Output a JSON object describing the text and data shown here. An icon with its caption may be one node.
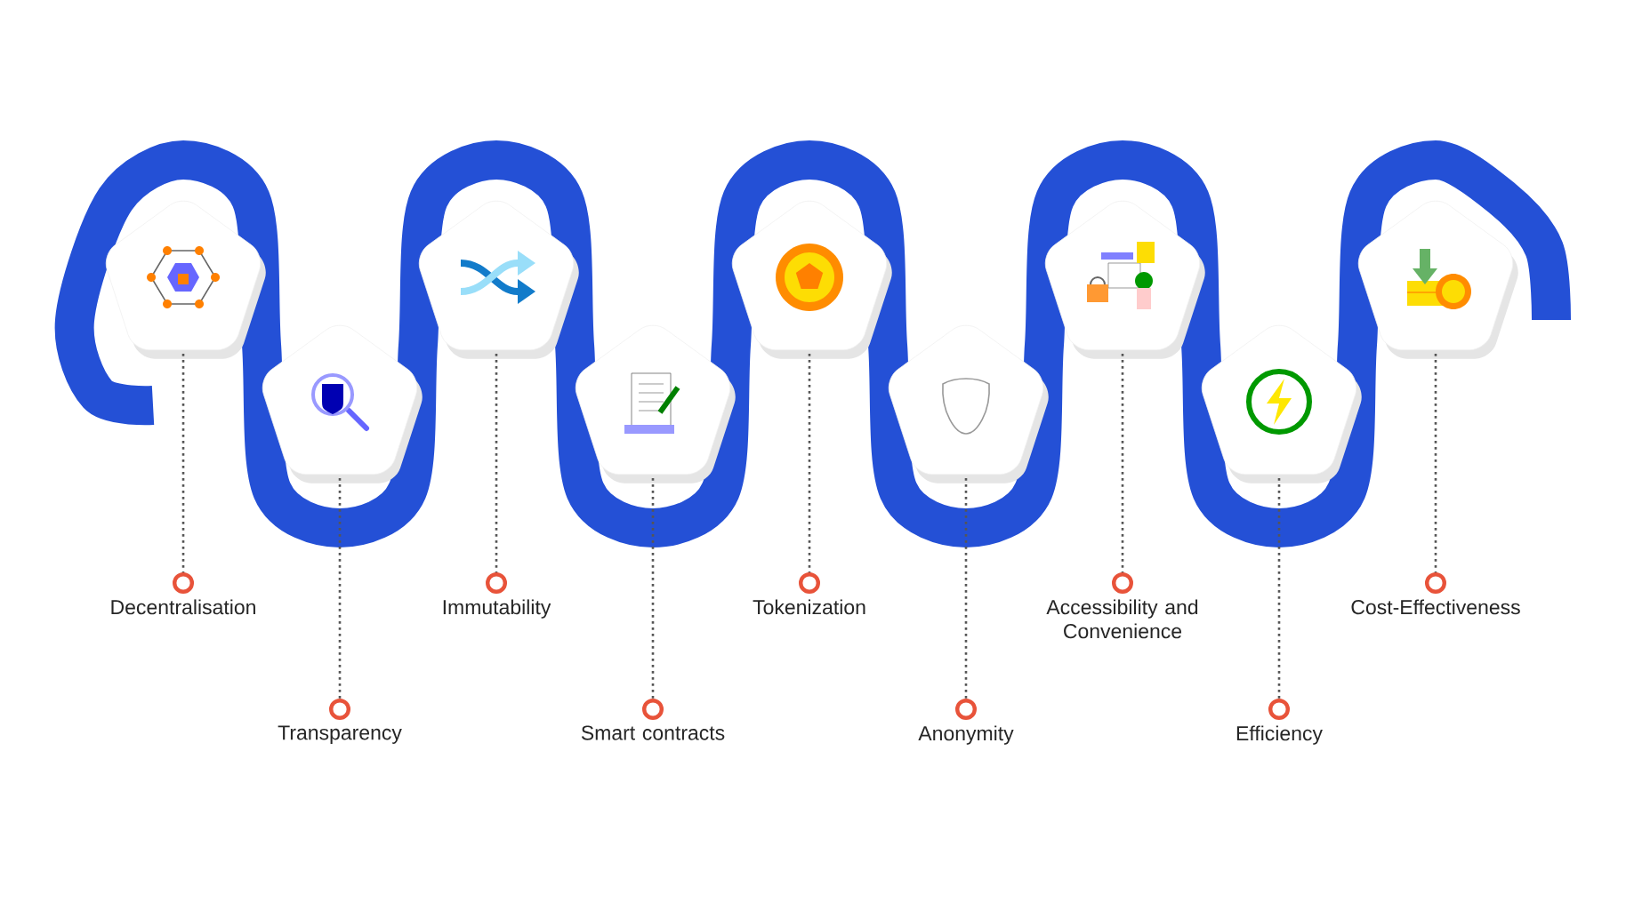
{
  "diagram": {
    "nodes": [
      {
        "text": [],
        "shape": "pentagon"
      },
      {
        "text": [],
        "shape": "pentagon"
      },
      {
        "text": [],
        "shape": "pentagon"
      },
      {
        "text": [],
        "shape": "pentagon"
      },
      {
        "text": [],
        "shape": "pentagon"
      },
      {
        "text": [],
        "shape": "pentagon"
      },
      {
        "text": [],
        "shape": "pentagon"
      },
      {
        "text": [],
        "shape": "pentagon"
      },
      {
        "text": [],
        "shape": "pentagon"
      },
      {
        "text": [
          "Decentralisation"
        ]
      },
      {
        "text": [
          "Transparency"
        ]
      },
      {
        "text": [
          "Immutability"
        ]
      },
      {
        "text": [
          "Smart contracts"
        ]
      },
      {
        "text": [
          "Tokenization"
        ]
      },
      {
        "text": [
          "Anonymity"
        ]
      },
      {
        "text": [
          "Accessibility and Convenience"
        ]
      },
      {
        "text": [
          "Efficiency"
        ]
      },
      {
        "text": [
          "Cost-Effectiveness"
        ]
      }
    ],
    "edges": [
      {
        "from": 0,
        "to": 9,
        "arrow": "other",
        "style": "dashed"
      },
      {
        "from": 1,
        "to": 10,
        "arrow": "other",
        "style": "dashed"
      },
      {
        "from": 2,
        "to": 11,
        "arrow": "other",
        "style": "dashed"
      },
      {
        "from": 3,
        "to": 12,
        "arrow": "other",
        "style": "dashed"
      },
      {
        "from": 4,
        "to": 13,
        "arrow": "other",
        "style": "dashed"
      },
      {
        "from": 5,
        "to": 14,
        "arrow": "other",
        "style": "dashed"
      },
      {
        "from": 6,
        "to": 15,
        "arrow": "other",
        "style": "dashed"
      },
      {
        "from": 7,
        "to": 16,
        "arrow": "other",
        "style": "dashed"
      },
      {
        "from": 8,
        "to": 17,
        "arrow": "other",
        "style": "dashed"
      }
    ]
  }
}
